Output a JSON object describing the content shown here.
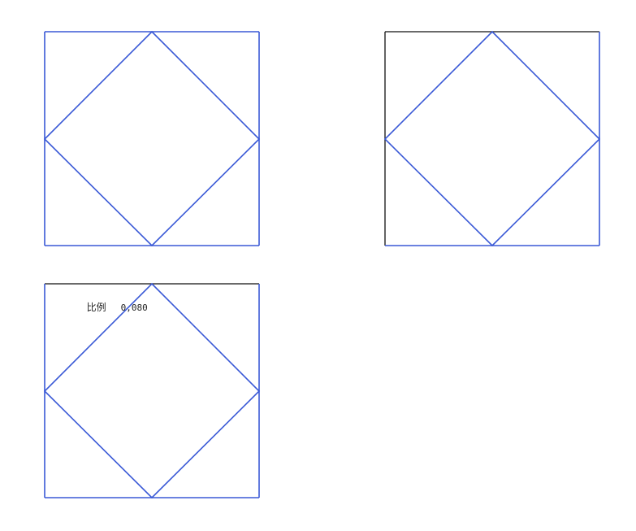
{
  "colors": {
    "line_blue": "#3a59d6",
    "frame_black": "#111111",
    "background": "#ffffff"
  },
  "panels": [
    {
      "id": "panel-top-left",
      "frame_color": "blue"
    },
    {
      "id": "panel-top-right",
      "frame_color": "mixed"
    },
    {
      "id": "panel-bottom-left",
      "frame_color": "mixed"
    }
  ],
  "scale_label": {
    "text": "比例",
    "value": "0,080"
  }
}
